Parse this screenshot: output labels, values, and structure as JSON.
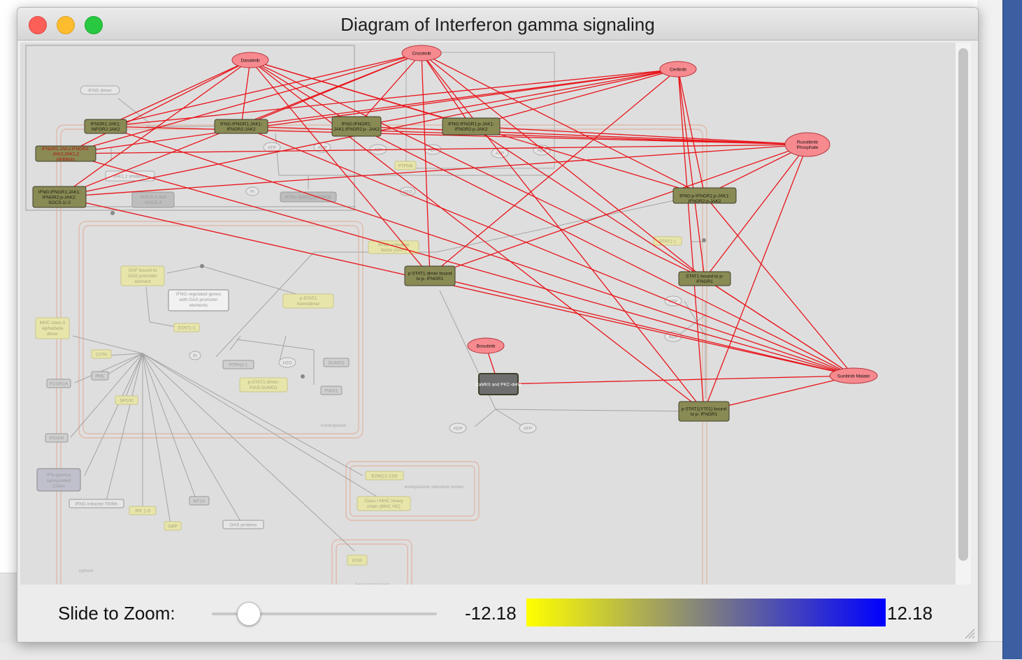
{
  "window": {
    "title": "Diagram of Interferon gamma signaling"
  },
  "diagram": {
    "drugs": [
      {
        "id": "dasatinib",
        "label": "Dasatinib"
      },
      {
        "id": "crizotinib",
        "label": "Crizotinib"
      },
      {
        "id": "ceritinib",
        "label": "Ceritinib"
      },
      {
        "id": "ruxolitinib",
        "label": "Ruxolitinib Phosphate"
      },
      {
        "id": "bosutinib",
        "label": "Bosutinib"
      },
      {
        "id": "sunitinib",
        "label": "Sunitinib Malate"
      }
    ],
    "complexes": [
      {
        "id": "c1",
        "label": "IFNGR1:JAK1: INFGR2:JAK2"
      },
      {
        "id": "c2",
        "label": "IFNG:IFNGR1:JAK1: IFNGR2:JAK2"
      },
      {
        "id": "c3",
        "label": "IFNG:IFNGR1: JAK1:IFNGR2:p- JAK2"
      },
      {
        "id": "c4",
        "label": "IFNG:IFNGR1:p-JAK1: IFNGR2:p-JAK2"
      },
      {
        "id": "c5",
        "label": "IFNGR1:JAK1:IFNGR2: JAK2:JAK1,2 inhibitors"
      },
      {
        "id": "c6",
        "label": "IFNG:IFNGR1:JAK1: IFNGR2:p-JAK2: SOCS-1/-3"
      },
      {
        "id": "c7",
        "label": "IFNG:p-IFNGR1:p-JAK1: IFNGR2:p-JAK2"
      },
      {
        "id": "c8",
        "label": "p-STAT1 dimer bound to p- IFNGR1"
      },
      {
        "id": "c9",
        "label": "STAT1 bound to p- IFNGR1"
      },
      {
        "id": "c10",
        "label": "p-STAT1(Y701) bound to p- IFNGR1"
      },
      {
        "id": "c11",
        "label": "CaMKII and PKC-delta"
      }
    ],
    "background_labels": [
      "IFNG dimer",
      "JAK1,2 inhibitors",
      "SOCS-1 and SOCS-3",
      "PTPs-SHP1(2)/PTP1B",
      "PTPN6",
      "ATP",
      "ADP",
      "ATP",
      "ADP",
      "ATP",
      "ADP",
      "Pi",
      "H2O",
      "IFNG-activated factor (GAF)",
      "GAF bound to GAS promoter element",
      "IFNG-regulated genes with GAS promoter elements",
      "p-STAT1 homodimer",
      "MHC class II alpha/beta dimer",
      "STAT1-1",
      "CIITA",
      "PML",
      "FCGR1A",
      "SP100",
      "Pi",
      "PTPN2-1",
      "H2O",
      "SUMO1",
      "p-STAT1 dimer: PIAS:SUMO1",
      "PIAS1",
      "nucleoplasm",
      "PTAFR",
      "IFN-gamma upregulated CAMs",
      "IFNG induced TRIMs",
      "IRF 1-9",
      "MT2A",
      "GBP",
      "OAS proteins",
      "B2M(21-119)",
      "endoplasmic reticulum lumen",
      "Class I MHC heavy chain (MHC HC)",
      "IFI30",
      "lysosomal lumen",
      "cytosol",
      "STAT1-1",
      "ATP",
      "ADP",
      "ADP",
      "ATP"
    ]
  },
  "zoom": {
    "label": "Slide to Zoom:",
    "value": 0.16
  },
  "legend": {
    "min": "-12.18",
    "max": "12.18",
    "colors": {
      "low": "#ffff00",
      "mid": "#808080",
      "high": "#0000ff"
    }
  },
  "colors": {
    "edge": "#e8141a",
    "drug_fill": "#f78a8f",
    "complex_fill": "#8a8a55",
    "camk_fill": "#6e6e6e"
  }
}
